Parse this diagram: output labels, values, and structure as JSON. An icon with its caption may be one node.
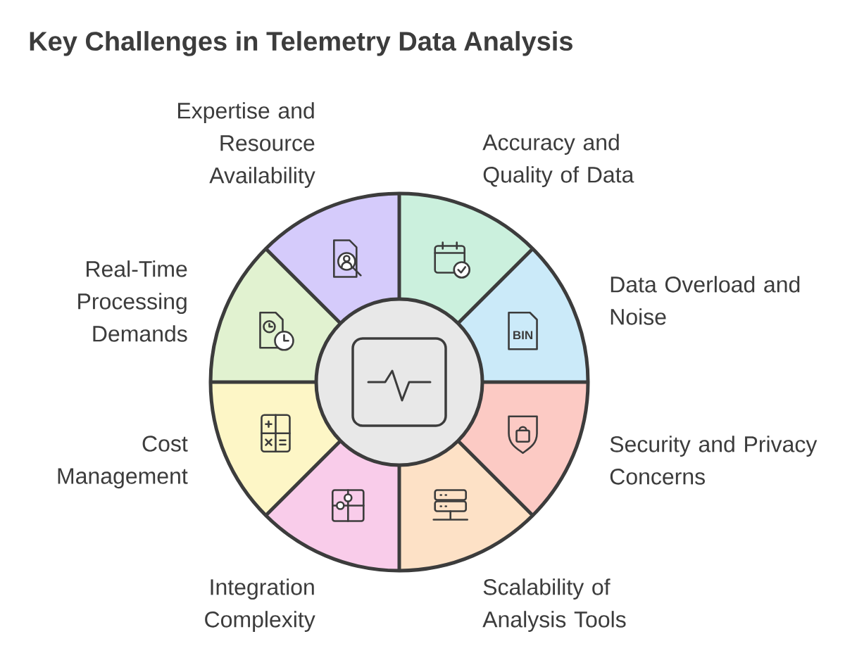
{
  "diagram": {
    "title": "Key Challenges in Telemetry Data Analysis",
    "nodes": [
      {
        "text": [
          "Expertise and Resource Availability"
        ]
      },
      {
        "text": [
          "Accuracy and Quality of Data"
        ]
      },
      {
        "text": [
          "Real-Time Processing Demands"
        ]
      },
      {
        "text": [
          "Data Overload and Noise"
        ]
      },
      {
        "text": [
          "Cost Management"
        ]
      },
      {
        "text": [
          "Security and Privacy Concerns"
        ]
      },
      {
        "text": [
          "Integration Complexity"
        ]
      },
      {
        "text": [
          "Scalability of Analysis Tools"
        ]
      },
      {
        "text": [],
        "shape": "circle"
      }
    ],
    "labels": [
      "BIN"
    ]
  }
}
